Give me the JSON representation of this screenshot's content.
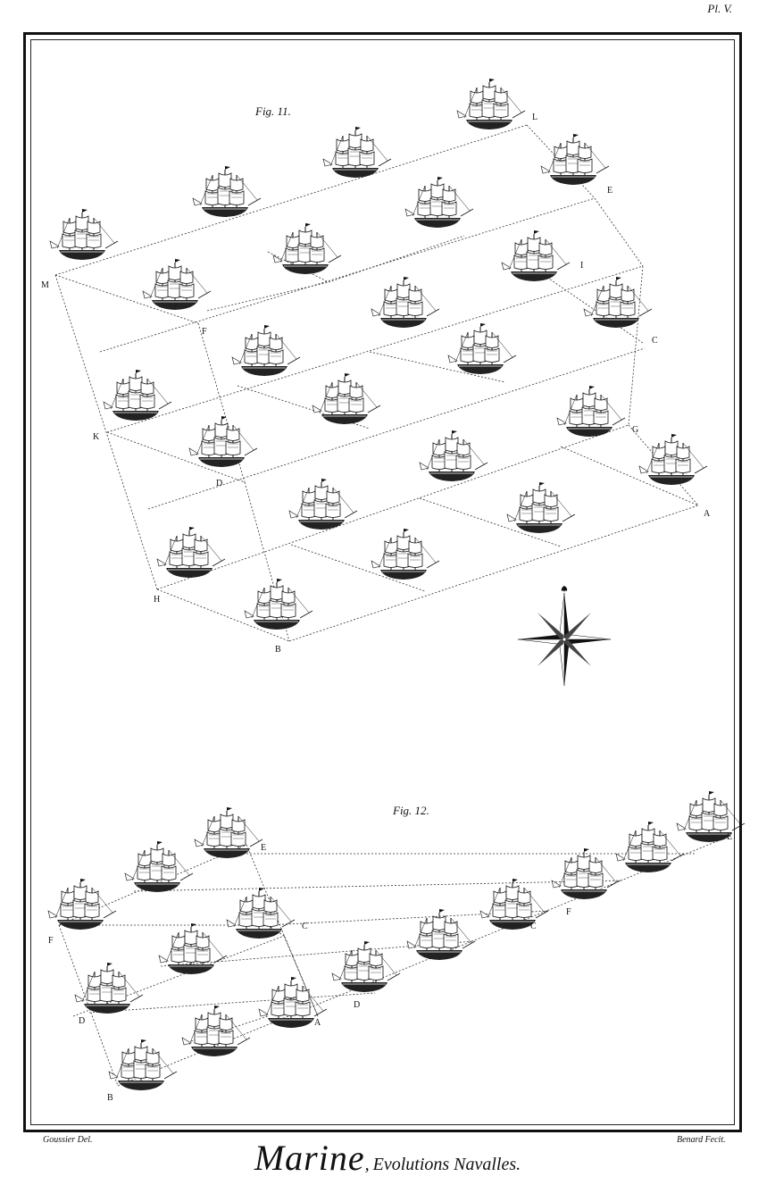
{
  "plate": {
    "number": "Pl. V."
  },
  "figures": [
    {
      "id": "fig11",
      "label": "Fig. 11."
    },
    {
      "id": "fig12",
      "label": "Fig. 12."
    }
  ],
  "fig11_letters": [
    "L",
    "E",
    "I",
    "C",
    "M",
    "F",
    "K",
    "D",
    "G",
    "A",
    "H",
    "B"
  ],
  "fig12_letters": [
    "E",
    "F",
    "C",
    "D",
    "A",
    "B",
    "E",
    "F",
    "C",
    "D"
  ],
  "credits": {
    "left": "Goussier Del.",
    "right": "Benard Fecit."
  },
  "title": {
    "main": "Marine",
    "separator": ",",
    "sub": "Evolutions Navalles."
  },
  "icons": {
    "ship": "ship-icon",
    "compass": "compass-rose-icon"
  },
  "colors": {
    "ink": "#111111",
    "paper": "#ffffff"
  }
}
